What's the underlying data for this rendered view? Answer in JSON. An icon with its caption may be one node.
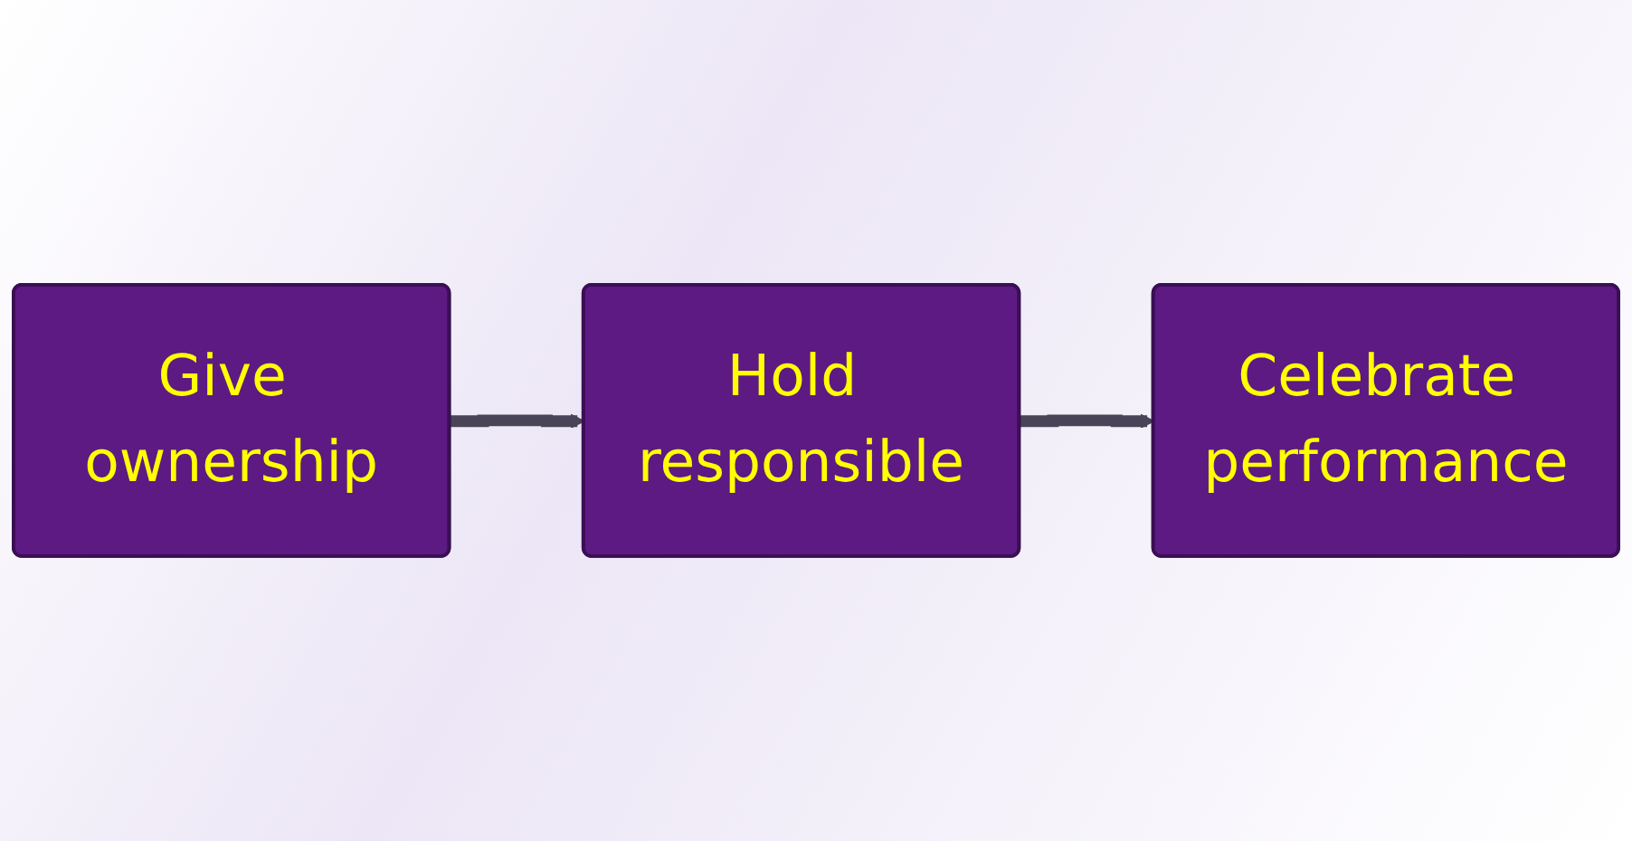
{
  "diagram": {
    "nodes": [
      {
        "text": [
          "Give ownership"
        ]
      },
      {
        "text": [
          "Hold responsible"
        ]
      },
      {
        "text": [
          "Celebrate performance"
        ]
      }
    ],
    "edges": [
      {
        "from": 0,
        "to": 1,
        "arrow": "to"
      },
      {
        "from": 1,
        "to": 2,
        "arrow": "to"
      }
    ]
  }
}
